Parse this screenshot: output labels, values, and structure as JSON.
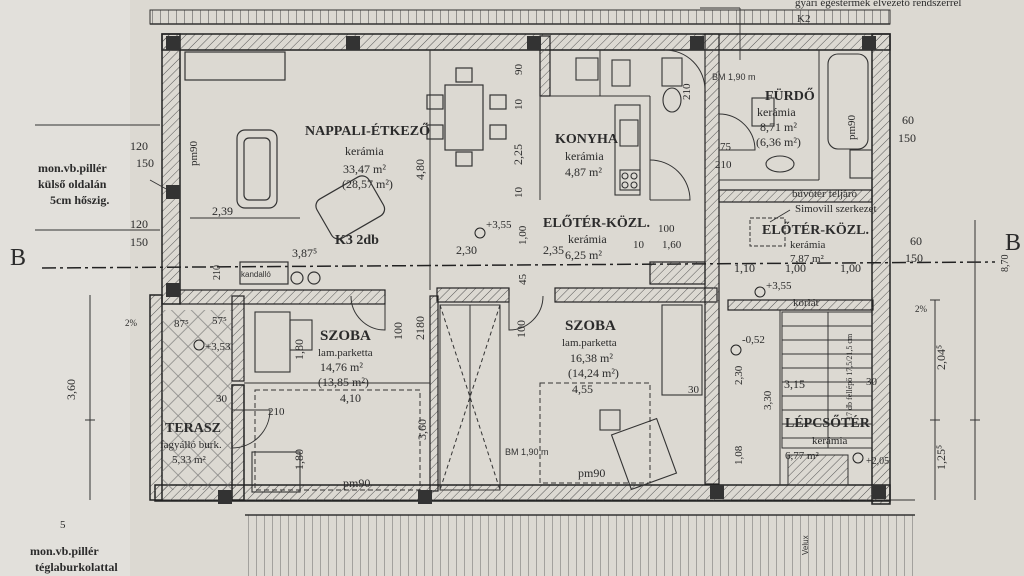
{
  "header": {
    "note": "gyári égéstermék elvezető rendszerrel",
    "k2": "K2"
  },
  "section_marker": "B",
  "rooms": {
    "nappali": {
      "name": "NAPPALI-ÉTKEZŐ",
      "floor": "kerámia",
      "area": "33,47 m²",
      "net": "(28,57 m²)"
    },
    "konyha": {
      "name": "KONYHA",
      "floor": "kerámia",
      "area": "4,87 m²"
    },
    "furdo": {
      "name": "FÜRDŐ",
      "floor": "kerámia",
      "area": "8,71 m²",
      "net": "(6,36 m²)",
      "bm": "BM 1,90 m"
    },
    "eloter1": {
      "name": "ELŐTÉR-KÖZL.",
      "floor": "kerámia",
      "area": "6,25 m²"
    },
    "eloter2": {
      "name": "ELŐTÉR-KÖZL.",
      "floor": "kerámia",
      "area": "7,87 m²"
    },
    "szoba1": {
      "name": "SZOBA",
      "floor": "lam.parketta",
      "area": "14,76 m²",
      "net": "(13,85 m²)"
    },
    "szoba2": {
      "name": "SZOBA",
      "floor": "lam.parketta",
      "area": "16,38 m²",
      "net": "(14,24 m²)",
      "bm": "BM 1,90 m"
    },
    "terasz": {
      "name": "TERASZ",
      "floor": "fagyálló burk.",
      "area": "5,33 m²"
    },
    "lepcso": {
      "name": "LÉPCSŐTÉR",
      "floor": "kerámia",
      "area": "6,77 m²"
    }
  },
  "notes": {
    "pillar1": "mon.vb.pillér",
    "pillar1b": "külső oldalán",
    "pillar1c": "5cm hőszig.",
    "pillar2": "mon.vb.pillér",
    "pillar2b": "téglaburkolattal",
    "padlas1": "búvótér feljáró",
    "padlas2": "Simovill szerkezet",
    "k3": "K3 2db",
    "kandallo": "kandalló",
    "korlat": "korlát",
    "pm90": "pm90",
    "slope": "2%",
    "lvl1": "+3,55",
    "lvl2": "+3,53",
    "lvl3": "+3,55",
    "lvl4": "+2,05",
    "lvl5": "-0,52",
    "stair": "17 db fellépő 17,5/21,5 cm",
    "velux": "Velux"
  },
  "dims": {
    "d120a": "120",
    "d150a": "150",
    "d120b": "120",
    "d150b": "150",
    "d239": "2,39",
    "d387": "3,87⁵",
    "d230": "2,30",
    "d235": "2,35",
    "d480": "4,80",
    "d225": "2,25",
    "d100a": "1,00",
    "d90": "90",
    "d10a": "10",
    "d10b": "10",
    "d75": "75",
    "d210a": "210",
    "d210b": "210",
    "d210c": "210",
    "d210d": "210",
    "d60a": "60",
    "d150c": "150",
    "d60b": "60",
    "d150d": "150",
    "d100b": "100",
    "d160": "1,60",
    "d10c": "10",
    "d110": "1,10",
    "d100c": "1,00",
    "d100d": "1,00",
    "d875": "87⁵",
    "d575": "57⁵",
    "d180a": "1,80",
    "d100e": "100",
    "d2180": "2180",
    "d100f": "100",
    "d180b": "1,80",
    "d360": "3,60",
    "d360b": "3,60",
    "d410": "4,10",
    "d455": "4,55",
    "d30a": "30",
    "d30b": "30",
    "d30c": "30",
    "d315": "3,15",
    "d330": "3,30",
    "d230b": "2,30",
    "d108": "1,08",
    "d204": "2,04⁵",
    "d125": "1,25⁵",
    "d870": "8,70",
    "d45": "45",
    "d5": "5"
  }
}
